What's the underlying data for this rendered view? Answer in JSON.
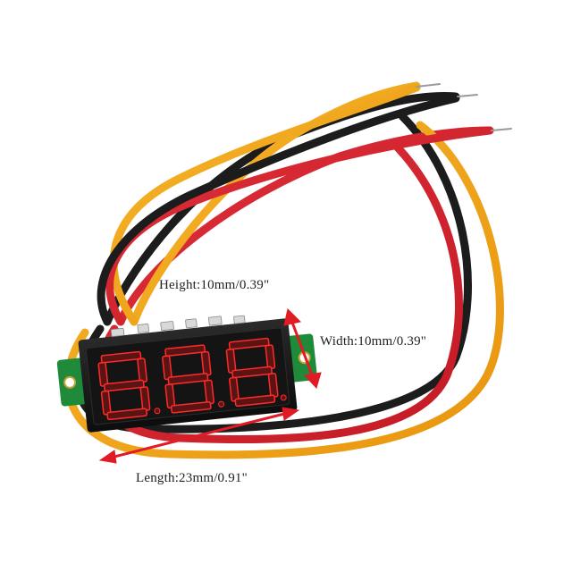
{
  "product": {
    "dimensions": {
      "height_label": "Height:10mm/0.39\"",
      "width_label": "Width:10mm/0.39\"",
      "length_label": "Length:23mm/0.91\""
    },
    "display": {
      "digits": [
        "8",
        "8",
        "8"
      ],
      "digit_color": "#ff2b2b"
    },
    "wire_colors": {
      "yellow": "#f2a51a",
      "black": "#1c1c1c",
      "red": "#d8232e"
    },
    "arrow_color": "#e01b23",
    "pcb_color": "#1e8a3a"
  }
}
